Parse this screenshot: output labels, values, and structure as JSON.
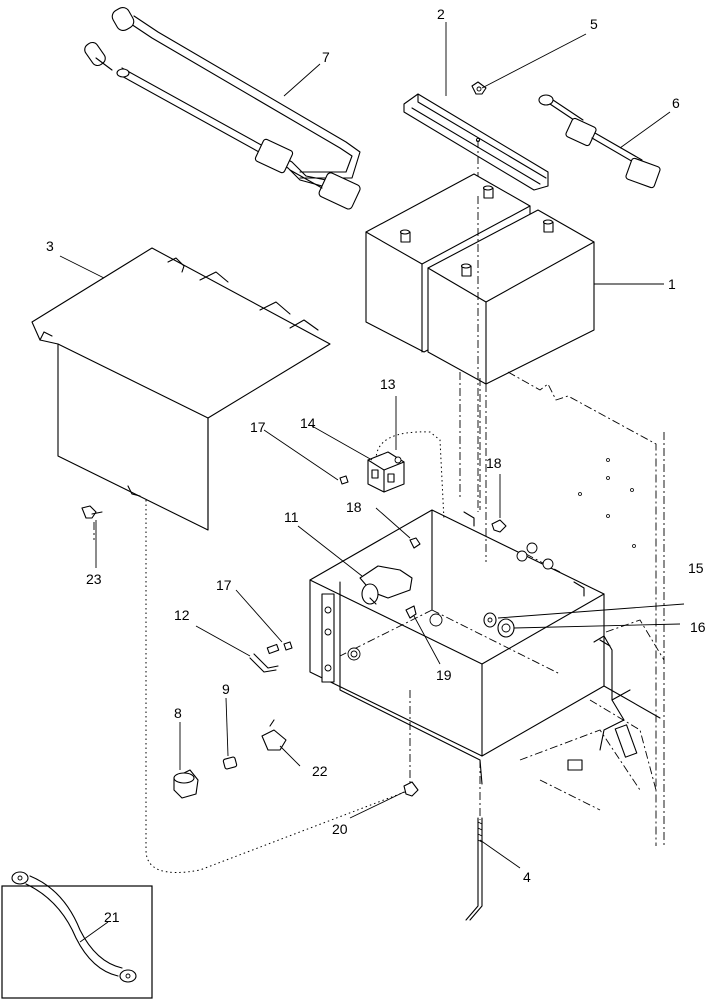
{
  "diagram": {
    "callouts": [
      {
        "id": "c1",
        "label": "1"
      },
      {
        "id": "c2",
        "label": "2"
      },
      {
        "id": "c3",
        "label": "3"
      },
      {
        "id": "c4",
        "label": "4"
      },
      {
        "id": "c5",
        "label": "5"
      },
      {
        "id": "c6",
        "label": "6"
      },
      {
        "id": "c7",
        "label": "7"
      },
      {
        "id": "c8",
        "label": "8"
      },
      {
        "id": "c9",
        "label": "9"
      },
      {
        "id": "c11",
        "label": "11"
      },
      {
        "id": "c12",
        "label": "12"
      },
      {
        "id": "c13",
        "label": "13"
      },
      {
        "id": "c14",
        "label": "14"
      },
      {
        "id": "c15",
        "label": "15"
      },
      {
        "id": "c16",
        "label": "16"
      },
      {
        "id": "c17a",
        "label": "17"
      },
      {
        "id": "c17b",
        "label": "17"
      },
      {
        "id": "c18a",
        "label": "18"
      },
      {
        "id": "c18b",
        "label": "18"
      },
      {
        "id": "c19",
        "label": "19"
      },
      {
        "id": "c20",
        "label": "20"
      },
      {
        "id": "c21",
        "label": "21"
      },
      {
        "id": "c22",
        "label": "22"
      },
      {
        "id": "c23",
        "label": "23"
      }
    ]
  }
}
